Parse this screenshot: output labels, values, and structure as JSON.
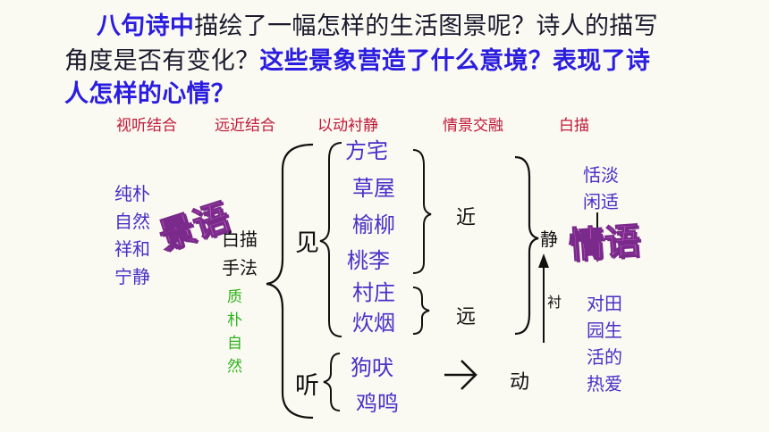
{
  "question": {
    "part1": "八句诗中",
    "part2": "描绘了一幅怎样的生活图景呢？诗人的描写",
    "part3": "角度是否有变化？",
    "part4": "这些景象营造了什么意境？表现了诗",
    "part5": "人怎样的心情？"
  },
  "techniques": [
    "视听结合",
    "远近结合",
    "以动衬静",
    "情景交融",
    "白描"
  ],
  "scene_words": [
    "纯朴",
    "自然",
    "祥和",
    "宁静"
  ],
  "jingyu": "景语",
  "baimiao": [
    "白描",
    "手法"
  ],
  "zhipu": [
    "质",
    "朴",
    "自",
    "然"
  ],
  "jian": "见",
  "ting": "听",
  "jian_items": [
    "方宅",
    "草屋",
    "榆柳",
    "桃李",
    "村庄",
    "炊烟"
  ],
  "ting_items": [
    "狗吠",
    "鸡鸣"
  ],
  "jin": "近",
  "yuan": "远",
  "dong": "动",
  "jing": "静",
  "chen": "衬",
  "mood_top": [
    "恬淡",
    "闲适"
  ],
  "qingyu": "情语",
  "mood_bottom": [
    "对田",
    "园生",
    "活的",
    "热爱"
  ],
  "colors": {
    "accent": "#2b1de0",
    "technique": "#c01838",
    "item": "#4a2fc8",
    "green": "#2fb21c"
  }
}
